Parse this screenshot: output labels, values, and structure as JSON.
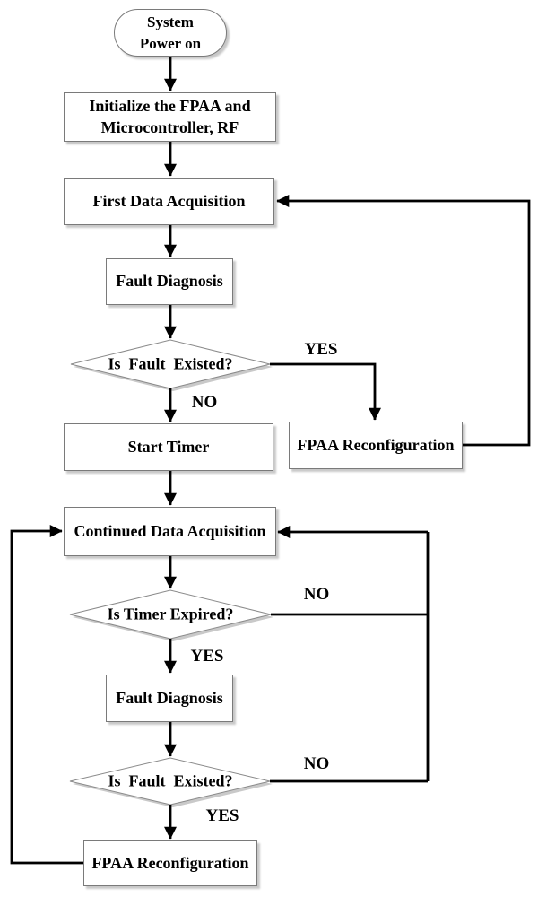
{
  "diagram": {
    "title": "FPAA fault-diagnosis flowchart",
    "nodes": {
      "start": {
        "label": "System\nPower on"
      },
      "init": {
        "label": "Initialize the FPAA and\nMicrocontroller, RF"
      },
      "first_acq": {
        "label": "First Data Acquisition"
      },
      "fault_diag_1": {
        "label": "Fault Diagnosis"
      },
      "is_fault_1": {
        "label": "Is  Fault  Existed?"
      },
      "start_timer": {
        "label": "Start Timer"
      },
      "fpaa_reconfig_1": {
        "label": "FPAA Reconfiguration"
      },
      "continued_acq": {
        "label": "Continued Data Acquisition"
      },
      "is_timer_expired": {
        "label": "Is Timer Expired?"
      },
      "fault_diag_2": {
        "label": "Fault Diagnosis"
      },
      "is_fault_2": {
        "label": "Is  Fault  Existed?"
      },
      "fpaa_reconfig_2": {
        "label": "FPAA Reconfiguration"
      }
    },
    "edge_labels": {
      "yes_fault_1": "YES",
      "no_fault_1": "NO",
      "no_timer": "NO",
      "yes_timer": "YES",
      "no_fault_2": "NO",
      "yes_fault_2": "YES"
    },
    "colors": {
      "line": "#000000",
      "node_border": "#7a7a7a",
      "node_fill": "#ffffff",
      "diamond_shadow": "#c9c9c9",
      "text": "#000000",
      "background": "#ffffff"
    }
  }
}
